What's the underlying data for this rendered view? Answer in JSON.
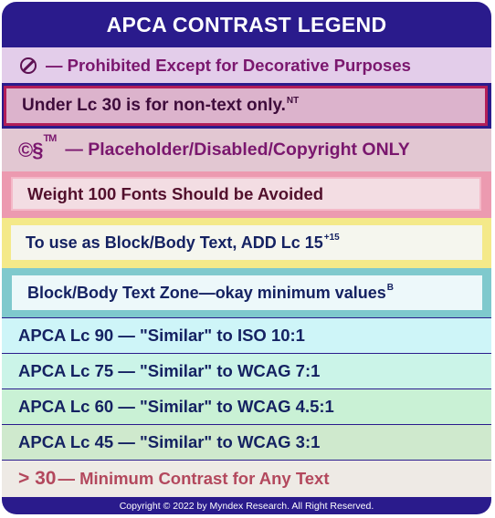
{
  "title": "APCA CONTRAST LEGEND",
  "rows": {
    "prohibited": {
      "text": "— Prohibited Except for Decorative Purposes",
      "icon": "prohibited-icon"
    },
    "under30": {
      "text": "Under Lc 30 is for non-text only.",
      "sup": "NT"
    },
    "placeholder": {
      "symbols": "©§",
      "symbols_sup": "TM",
      "text": "— Placeholder/Disabled/Copyright ONLY"
    },
    "weight100": {
      "text": "Weight 100 Fonts Should be Avoided"
    },
    "block_add": {
      "text": "To use as Block/Body Text, ADD Lc 15",
      "sup": "+15"
    },
    "block_zone": {
      "text": "Block/Body Text Zone—okay minimum values",
      "sup": "B"
    },
    "lc90": {
      "text": "APCA Lc 90 — \"Similar\" to ISO 10:1"
    },
    "lc75": {
      "text": "APCA Lc 75 — \"Similar\" to WCAG 7:1"
    },
    "lc60": {
      "text": "APCA Lc 60 — \"Similar\" to WCAG 4.5:1"
    },
    "lc45": {
      "text": "APCA Lc 45 — \"Similar\" to WCAG 3:1"
    },
    "min30": {
      "prefix": "> 30",
      "text": " — Minimum Contrast for Any Text"
    }
  },
  "footer": "Copyright © 2022 by Myndex Research. All Right Reserved.",
  "colors": {
    "frame": "#2a1b8c",
    "prohibited": "#e3cdea",
    "under30": "#dcb3cc",
    "placeholder": "#e2c7d2",
    "weight100": "#ec9ab0",
    "block_add": "#f4e989",
    "block_zone": "#7fc9cd",
    "lc90": "#cef5f8",
    "lc75": "#cbf4e8",
    "lc60": "#c9f1d5",
    "lc45": "#cfe9cd",
    "min30": "#eeeae5"
  }
}
